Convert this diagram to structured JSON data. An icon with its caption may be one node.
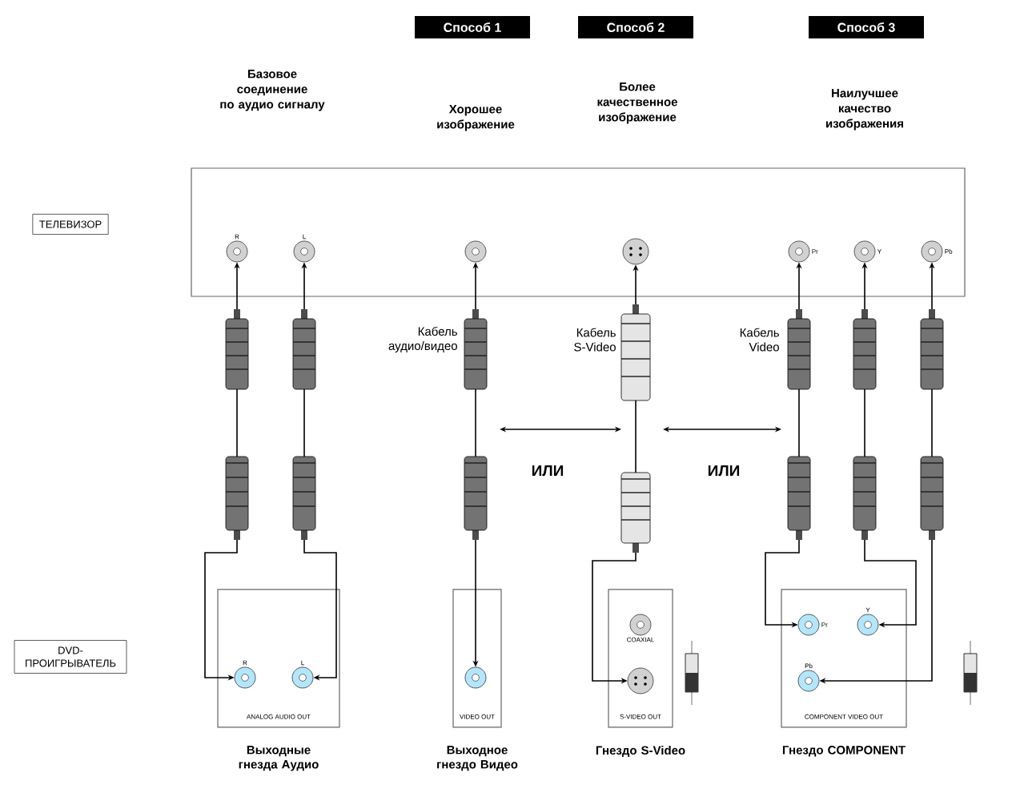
{
  "diagram": {
    "nodes": [
      {
        "text": [
          "Способ 1"
        ]
      },
      {
        "text": [
          "Способ 2"
        ]
      },
      {
        "text": [
          "Способ 3"
        ]
      },
      {
        "text": [
          "ТЕЛЕВИЗОР"
        ]
      },
      {
        "text": [],
        "shape": "box"
      },
      {
        "text": [
          "R"
        ],
        "in": 4
      },
      {
        "text": [
          "L"
        ],
        "in": 4
      },
      {
        "text": [],
        "shape": "circle",
        "in": 4
      },
      {
        "text": [],
        "shape": "circle",
        "in": 4
      },
      {
        "text": [
          "Pr"
        ],
        "in": 4
      },
      {
        "text": [
          "Y"
        ],
        "in": 4
      },
      {
        "text": [
          "Pb"
        ],
        "in": 4
      },
      {
        "text": [
          "DVD- ПРОИГРЫВАТЕЛЬ"
        ]
      },
      {
        "text": [
          "ANALOG AUDIO OUT"
        ],
        "beside": [
          "Выходные гнезда Аудио"
        ]
      },
      {
        "text": [
          "R"
        ],
        "in": 13
      },
      {
        "text": [
          "L"
        ],
        "in": 13
      },
      {
        "text": [
          "VIDEO OUT"
        ],
        "beside": [
          "Выходное гнездо Видео"
        ]
      },
      {
        "text": [],
        "shape": "circle",
        "in": 16
      },
      {
        "text": [
          "S-VIDEO OUT"
        ],
        "beside": [
          "Гнездо S-Video"
        ]
      },
      {
        "text": [
          "COAXIAL"
        ],
        "in": 18
      },
      {
        "text": [],
        "shape": "circle",
        "in": 18
      },
      {
        "text": [
          "COMPONENT VIDEO OUT"
        ],
        "beside": [
          "Гнездо COMPONENT"
        ]
      },
      {
        "text": [
          "Pr"
        ],
        "in": 21
      },
      {
        "text": [
          "Y"
        ],
        "in": 21
      },
      {
        "text": [
          "Pb"
        ],
        "in": 21
      }
    ],
    "edges": [
      {
        "from": 14,
        "to": 5,
        "arrow": "both"
      },
      {
        "from": 15,
        "to": 6,
        "arrow": "both"
      },
      {
        "from": 17,
        "to": 7,
        "arrow": "both",
        "label": "Кабель аудио/видео"
      },
      {
        "from": 20,
        "to": 8,
        "arrow": "both",
        "label": "Кабель S-Video"
      },
      {
        "from": 22,
        "to": 9,
        "arrow": "both",
        "label": "Кабель Video"
      },
      {
        "from": 23,
        "to": 10,
        "arrow": "both"
      },
      {
        "from": 24,
        "to": 11,
        "arrow": "both"
      }
    ],
    "labels": [
      "Базовое соединение по аудио сигналу",
      "Хорошее изображение",
      "Более качественное изображение",
      "Наилучшее качество изображения",
      "ИЛИ",
      "ИЛИ"
    ]
  }
}
